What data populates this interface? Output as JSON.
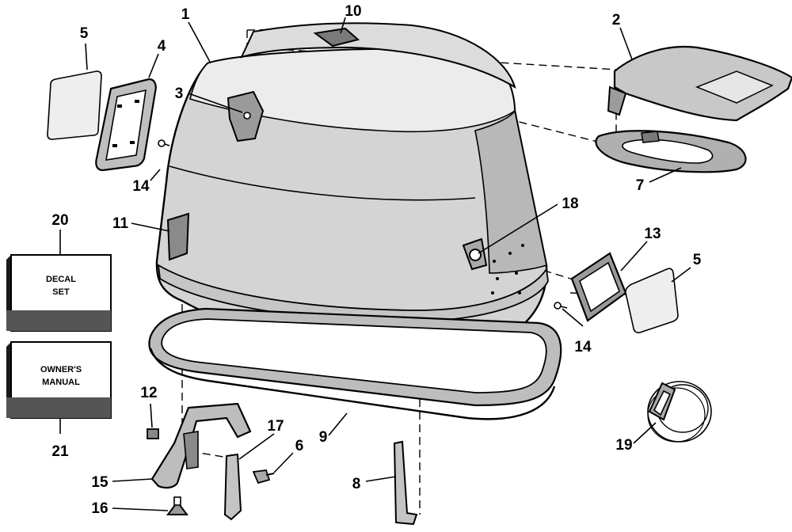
{
  "callouts": {
    "c1": "1",
    "c2": "2",
    "c3": "3",
    "c4": "4",
    "c5a": "5",
    "c5b": "5",
    "c6": "6",
    "c7": "7",
    "c8": "8",
    "c9": "9",
    "c10": "10",
    "c11": "11",
    "c12": "12",
    "c13": "13",
    "c14a": "14",
    "c14b": "14",
    "c15": "15",
    "c16": "16",
    "c17": "17",
    "c18": "18",
    "c19": "19",
    "c20": "20",
    "c21": "21"
  },
  "decal_box": {
    "line1": "DECAL",
    "line2": "SET"
  },
  "manual_box": {
    "line1": "OWNER'S",
    "line2": "MANUAL"
  }
}
